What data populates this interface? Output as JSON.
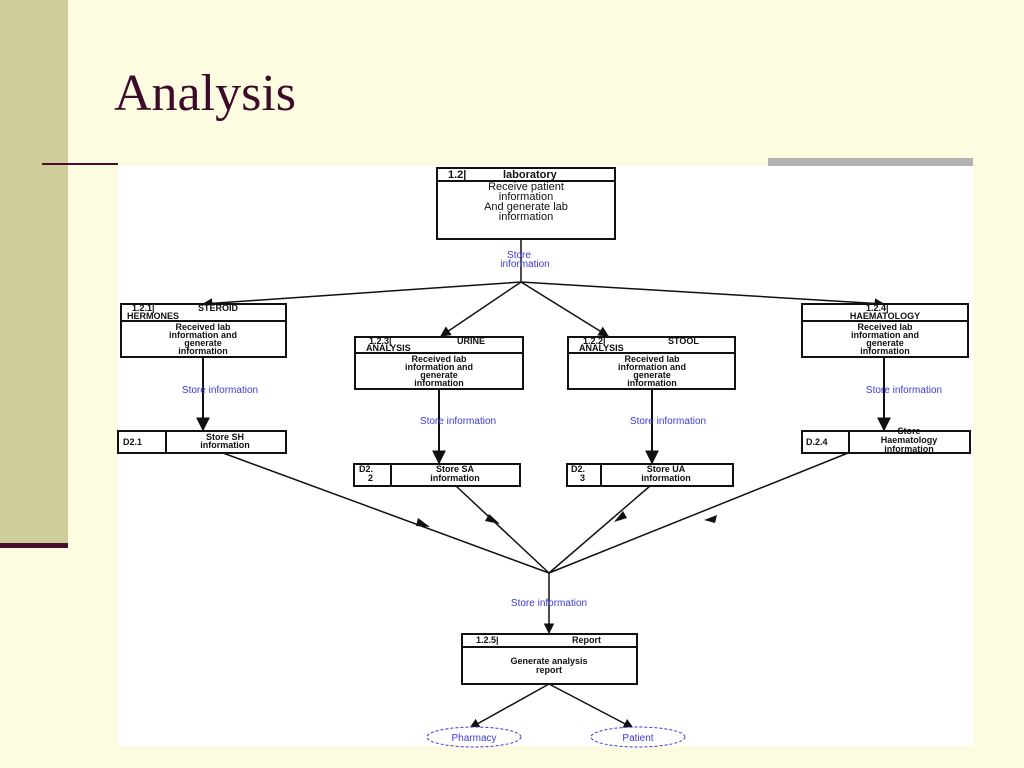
{
  "slide": {
    "title": "Analysis"
  },
  "diagram": {
    "p12": {
      "id": "1.2|",
      "name": "laboratory",
      "lines": [
        "Receive patient",
        "information",
        "And generate lab",
        "information"
      ]
    },
    "p121": {
      "id": "1.2.1|",
      "name_lines": [
        "STEROID",
        "HERMONES"
      ],
      "lines": [
        "Received lab",
        "information and",
        "generate",
        "information"
      ]
    },
    "p123": {
      "id": "1.2.3|",
      "name_lines": [
        "URINE",
        "ANALYSIS"
      ],
      "lines": [
        "Received lab",
        "information and",
        "generate",
        "information"
      ]
    },
    "p122": {
      "id": "1.2.2|",
      "name_lines": [
        "STOOL",
        "ANALYSIS"
      ],
      "lines": [
        "Received lab",
        "information and",
        "generate",
        "information"
      ]
    },
    "p124": {
      "id": "1.2.4|",
      "name_lines": [
        "HAEMATOLOGY"
      ],
      "lines": [
        "Received lab",
        "information and",
        "generate",
        "information"
      ]
    },
    "p125": {
      "id": "1.2.5|",
      "name": "Report",
      "lines": [
        "Generate analysis",
        "report"
      ]
    },
    "d21": {
      "id": "D2.1",
      "lines": [
        "Store SH",
        "information"
      ]
    },
    "d22": {
      "id_lines": [
        "D2.",
        "2"
      ],
      "lines": [
        "Store SA",
        "information"
      ]
    },
    "d23": {
      "id_lines": [
        "D2.",
        "3"
      ],
      "lines": [
        "Store UA",
        "information"
      ]
    },
    "d24": {
      "id": "D.2.4",
      "lines": [
        "Store",
        "Haematology",
        "information"
      ]
    },
    "flows": {
      "top_lines": [
        "Store",
        "information"
      ],
      "sh": "Store information",
      "sa": "Store information",
      "ua": "Store information",
      "haem": "Store information",
      "merge": "Store information"
    },
    "entities": {
      "pharmacy": "Pharmacy",
      "patient": "Patient"
    }
  }
}
